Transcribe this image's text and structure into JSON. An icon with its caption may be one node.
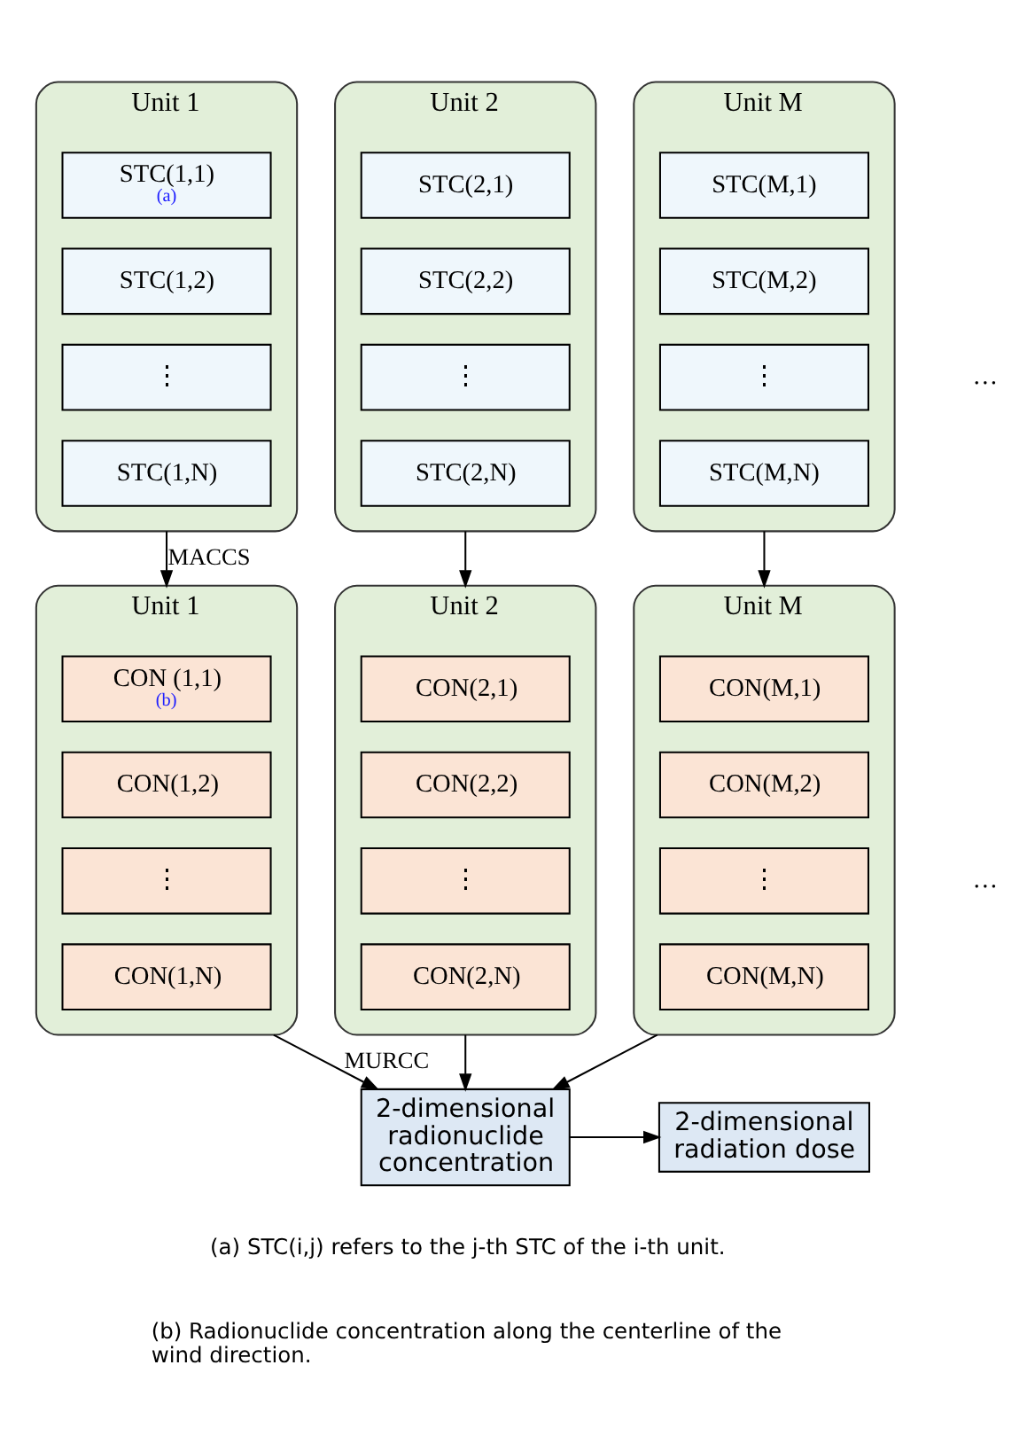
{
  "diagram": {
    "nodes": [
      {
        "text": [
          "Unit 1"
        ]
      },
      {
        "text": [
          "STC(1,1)",
          "(a)"
        ],
        "in": 0
      },
      {
        "text": [
          "STC(1,2)"
        ],
        "in": 0
      },
      {
        "text": [
          "⋮"
        ],
        "in": 0
      },
      {
        "text": [
          "STC(1,N)"
        ],
        "in": 0
      },
      {
        "text": [
          "Unit 2"
        ]
      },
      {
        "text": [
          "STC(2,1)"
        ],
        "in": 5
      },
      {
        "text": [
          "STC(2,2)"
        ],
        "in": 5
      },
      {
        "text": [
          "⋮"
        ],
        "in": 5
      },
      {
        "text": [
          "STC(2,N)"
        ],
        "in": 5
      },
      {
        "text": [
          "Unit M"
        ]
      },
      {
        "text": [
          "STC(M,1)"
        ],
        "in": 10
      },
      {
        "text": [
          "STC(M,2)"
        ],
        "in": 10
      },
      {
        "text": [
          "⋮"
        ],
        "in": 10
      },
      {
        "text": [
          "STC(M,N)"
        ],
        "in": 10
      },
      {
        "text": [
          "Unit 1"
        ]
      },
      {
        "text": [
          "CON (1,1)",
          "(b)"
        ],
        "in": 15
      },
      {
        "text": [
          "CON(1,2)"
        ],
        "in": 15
      },
      {
        "text": [
          "⋮"
        ],
        "in": 15
      },
      {
        "text": [
          "CON(1,N)"
        ],
        "in": 15
      },
      {
        "text": [
          "Unit 2"
        ]
      },
      {
        "text": [
          "CON(2,1)"
        ],
        "in": 20
      },
      {
        "text": [
          "CON(2,2)"
        ],
        "in": 20
      },
      {
        "text": [
          "⋮"
        ],
        "in": 20
      },
      {
        "text": [
          "CON(2,N)"
        ],
        "in": 20
      },
      {
        "text": [
          "Unit M"
        ]
      },
      {
        "text": [
          "CON(M,1)"
        ],
        "in": 25
      },
      {
        "text": [
          "CON(M,2)"
        ],
        "in": 25
      },
      {
        "text": [
          "⋮"
        ],
        "in": 25
      },
      {
        "text": [
          "CON(M,N)"
        ],
        "in": 25
      },
      {
        "text": [
          "2-dimensional radionuclide concentration"
        ]
      },
      {
        "text": [
          "2-dimensional radiation dose"
        ]
      }
    ],
    "edges": [
      {
        "from": 0,
        "to": 15,
        "arrow": "to",
        "label": "MACCS"
      },
      {
        "from": 5,
        "to": 20,
        "arrow": "to"
      },
      {
        "from": 10,
        "to": 25,
        "arrow": "to"
      },
      {
        "from": 15,
        "to": 30,
        "arrow": "to",
        "label": "MURCC"
      },
      {
        "from": 20,
        "to": 30,
        "arrow": "to"
      },
      {
        "from": 25,
        "to": 30,
        "arrow": "to"
      },
      {
        "from": 30,
        "to": 31,
        "arrow": "to"
      }
    ],
    "labels": [
      "…",
      "…",
      "(a) STC(i,j) refers to the j-th STC of the i-th unit.",
      "(b) Radionuclide concentration along the centerline of the wind direction."
    ]
  }
}
